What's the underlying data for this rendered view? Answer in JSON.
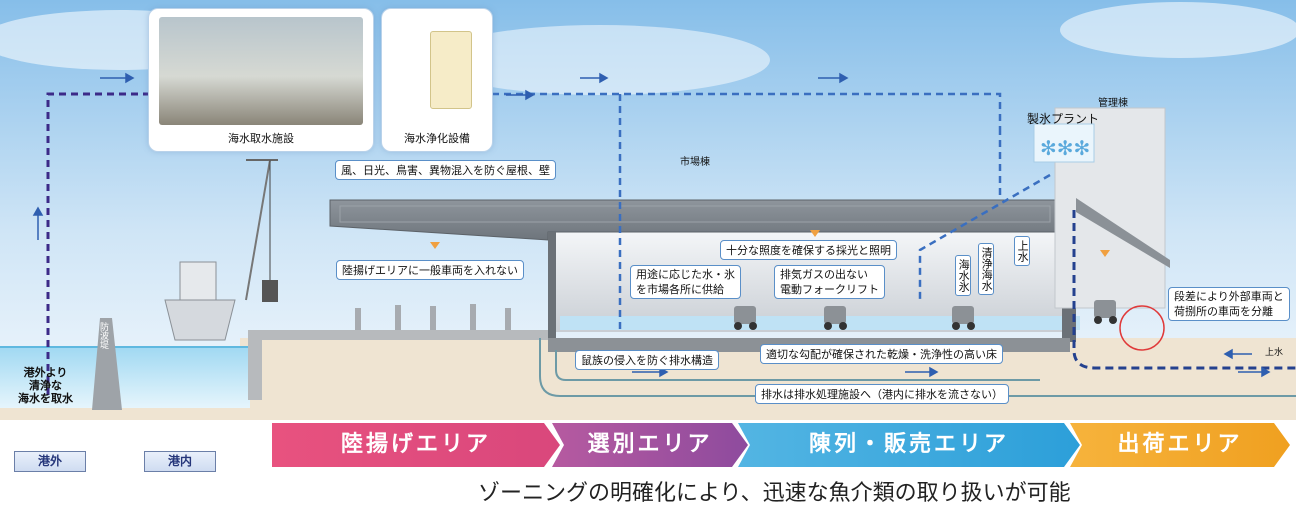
{
  "facilities": {
    "intake": "海水取水施設",
    "purifier": "海水浄化設備",
    "market_bldg": "市場棟",
    "admin_bldg": "管理棟",
    "ice_plant": "製氷プラント"
  },
  "annotations": {
    "roof": "風、日光、鳥害、異物混入を防ぐ屋根、壁",
    "no_vehicles": "陸揚げエリアに一般車両を入れない",
    "lighting": "十分な照度を確保する採光と照明",
    "water_ice_1": "用途に応じた水・氷",
    "water_ice_2": "を市場各所に供給",
    "forklift_1": "排気ガスの出ない",
    "forklift_2": "電動フォークリフト",
    "sea_ice": "海水氷",
    "clean_sea": "清浄海水",
    "tap_water": "上水",
    "level_1": "段差により外部車両と",
    "level_2": "荷捌所の車両を分離",
    "rodent": "鼠族の侵入を防ぐ排水構造",
    "floor": "適切な勾配が確保された乾燥・洗浄性の高い床",
    "drain": "排水は排水処理施設へ（港内に排水を流さない）",
    "tap_water_right": "上水",
    "breakwater": "防波堤",
    "intake_note_1": "港外より",
    "intake_note_2": "清浄な",
    "intake_note_3": "海水を取水"
  },
  "legend": {
    "outer": "港外",
    "inner": "港内"
  },
  "zones": [
    {
      "label": "陸揚げエリア",
      "color_from": "#e8527f",
      "color_to": "#d9477c"
    },
    {
      "label": "選別エリア",
      "color_from": "#b65aa0",
      "color_to": "#8e4b9e"
    },
    {
      "label": "陳列・販売エリア",
      "color_from": "#53b5e3",
      "color_to": "#2c9fd9"
    },
    {
      "label": "出荷エリア",
      "color_from": "#f6b33c",
      "color_to": "#f0a020"
    }
  ],
  "caption": "ゾーニングの明確化により、迅速な魚介類の取り扱いが可能",
  "colors": {
    "sky_top": "#8fc3ea",
    "sky_bottom": "#eef6fc",
    "sea": "#bfe6f7",
    "ground": "#e8dcc8",
    "pipe_purple": "#3c2a88",
    "pipe_blue": "#3a6fc0",
    "roof": "#808890"
  }
}
